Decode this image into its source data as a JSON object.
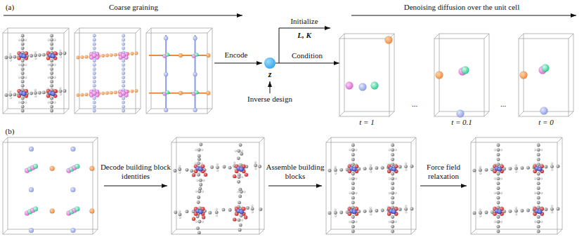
{
  "diagram": {
    "nodes": [
      {
        "text": [
          "z"
        ]
      },
      {
        "text": [
          "t = 1"
        ]
      },
      {
        "text": [
          "t = 0.1"
        ]
      },
      {
        "text": [
          "t = 0"
        ]
      }
    ],
    "edges": [
      {
        "from": 0,
        "to": 1,
        "label": "Condition",
        "arrow": "to"
      }
    ],
    "labels": [
      "(a)",
      "Coarse graining",
      "Encode",
      "Initialize",
      "L, K",
      "Inverse design",
      "Denoising diffusion over the unit cell",
      "...",
      "...",
      "(b)",
      "Decode building block identities",
      "Assemble building blocks",
      "Force field relaxation"
    ]
  }
}
